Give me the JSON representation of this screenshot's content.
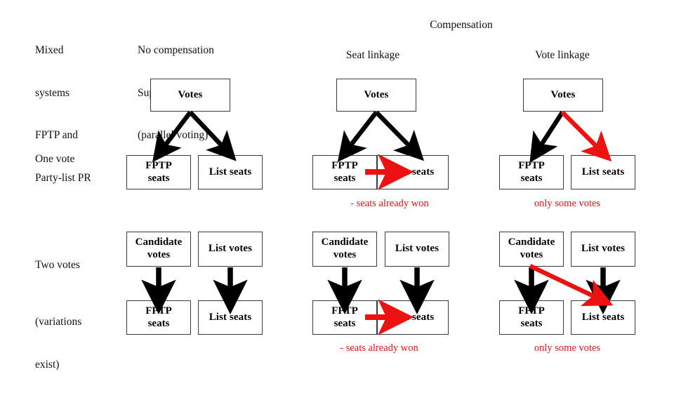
{
  "title_block": {
    "lines": [
      "Mixed",
      "systems",
      "FPTP and",
      "Party-list PR"
    ]
  },
  "group_headers": {
    "no_compensation": [
      "No compensation",
      "Superposition",
      "(parallel voting)"
    ],
    "compensation": "Compensation"
  },
  "column_headers": {
    "seat_linkage": "Seat linkage",
    "vote_linkage": "Vote linkage"
  },
  "row_labels": {
    "one_vote": "One vote",
    "two_votes": "Two votes",
    "two_votes_sub": [
      "(variations",
      "exist)"
    ]
  },
  "nodes": {
    "votes": "Votes",
    "fptp_seats": [
      "FPTP",
      "seats"
    ],
    "list_seats": "List seats",
    "candidate_votes": [
      "Candidate",
      "votes"
    ],
    "list_votes": "List votes"
  },
  "annotations": {
    "seats_already_won": "- seats already won",
    "only_some_votes": "only some votes"
  },
  "colors": {
    "red": "#e81313",
    "arrow_black": "#000000",
    "box_border": "#3a3a3a",
    "text": "#111111",
    "background": "#ffffff"
  },
  "diagram": {
    "type": "flow-matrix",
    "columns": [
      {
        "id": "no-compensation",
        "label": "No compensation / Superposition (parallel voting)"
      },
      {
        "id": "seat-linkage",
        "label": "Seat linkage"
      },
      {
        "id": "vote-linkage",
        "label": "Vote linkage"
      }
    ],
    "rows": [
      {
        "id": "one-vote",
        "label": "One vote"
      },
      {
        "id": "two-votes",
        "label": "Two votes"
      }
    ],
    "edges": [
      {
        "column": "no-compensation",
        "row": "one-vote",
        "from": "Votes",
        "to": "FPTP seats",
        "color": "black",
        "shape": "diagonal"
      },
      {
        "column": "no-compensation",
        "row": "one-vote",
        "from": "Votes",
        "to": "List seats",
        "color": "black",
        "shape": "diagonal"
      },
      {
        "column": "seat-linkage",
        "row": "one-vote",
        "from": "Votes",
        "to": "FPTP seats",
        "color": "black",
        "shape": "diagonal"
      },
      {
        "column": "seat-linkage",
        "row": "one-vote",
        "from": "Votes",
        "to": "List seats",
        "color": "black",
        "shape": "diagonal"
      },
      {
        "column": "seat-linkage",
        "row": "one-vote",
        "from": "FPTP seats",
        "to": "List seats",
        "color": "red",
        "shape": "horizontal"
      },
      {
        "column": "vote-linkage",
        "row": "one-vote",
        "from": "Votes",
        "to": "FPTP seats",
        "color": "black",
        "shape": "diagonal"
      },
      {
        "column": "vote-linkage",
        "row": "one-vote",
        "from": "Votes",
        "to": "List seats",
        "color": "red",
        "shape": "diagonal"
      },
      {
        "column": "no-compensation",
        "row": "two-votes",
        "from": "Candidate votes",
        "to": "FPTP seats",
        "color": "black",
        "shape": "vertical"
      },
      {
        "column": "no-compensation",
        "row": "two-votes",
        "from": "List votes",
        "to": "List seats",
        "color": "black",
        "shape": "vertical"
      },
      {
        "column": "seat-linkage",
        "row": "two-votes",
        "from": "Candidate votes",
        "to": "FPTP seats",
        "color": "black",
        "shape": "vertical"
      },
      {
        "column": "seat-linkage",
        "row": "two-votes",
        "from": "List votes",
        "to": "List seats",
        "color": "black",
        "shape": "vertical"
      },
      {
        "column": "seat-linkage",
        "row": "two-votes",
        "from": "FPTP seats",
        "to": "List seats",
        "color": "red",
        "shape": "horizontal"
      },
      {
        "column": "vote-linkage",
        "row": "two-votes",
        "from": "Candidate votes",
        "to": "FPTP seats",
        "color": "black",
        "shape": "vertical"
      },
      {
        "column": "vote-linkage",
        "row": "two-votes",
        "from": "List votes",
        "to": "List seats",
        "color": "black",
        "shape": "vertical"
      },
      {
        "column": "vote-linkage",
        "row": "two-votes",
        "from": "Candidate votes",
        "to": "List seats",
        "color": "red",
        "shape": "diagonal"
      }
    ]
  }
}
